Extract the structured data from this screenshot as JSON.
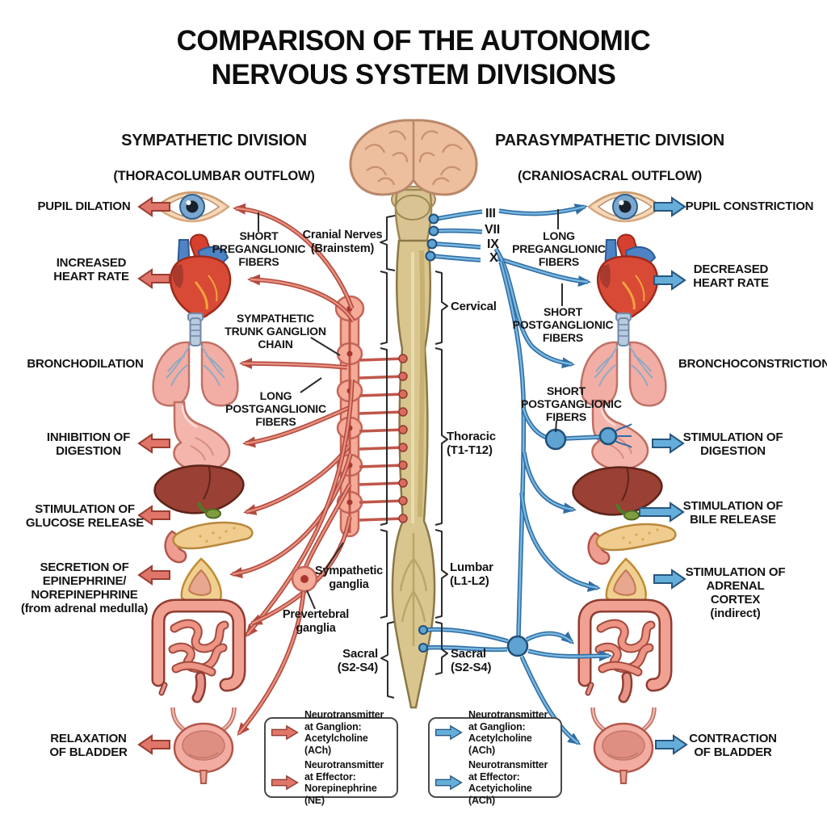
{
  "title": "COMPARISON OF THE AUTONOMIC\nNERVOUS SYSTEM DIVISIONS",
  "divisions": {
    "sympathetic": {
      "name": "SYMPATHETIC DIVISION",
      "outflow": "(THORACOLUMBAR OUTFLOW)"
    },
    "parasympathetic": {
      "name": "PARASYMPATHETIC DIVISION",
      "outflow": "(CRANIOSACRAL OUTFLOW)"
    }
  },
  "left_effects": [
    {
      "organ": "eye",
      "label": "PUPIL DILATION"
    },
    {
      "organ": "heart",
      "label": "INCREASED\nHEART RATE"
    },
    {
      "organ": "lungs",
      "label": "BRONCHODILATION"
    },
    {
      "organ": "stomach",
      "label": "INHIBITION OF\nDIGESTION"
    },
    {
      "organ": "liver-pancreas",
      "label": "STIMULATION OF\nGLUCOSE RELEASE"
    },
    {
      "organ": "adrenal-gland",
      "label": "SECRETION OF\nEPINEPHRINE/\nNOREPINEPHRINE\n(from adrenal medulla)"
    },
    {
      "organ": "bladder",
      "label": "RELAXATION\nOF BLADDER"
    }
  ],
  "right_effects": [
    {
      "organ": "eye",
      "label": "PUPIL CONSTRICTION"
    },
    {
      "organ": "heart",
      "label": "DECREASED\nHEART RATE"
    },
    {
      "organ": "lungs",
      "label": "BRONCHOCONSTRICTION"
    },
    {
      "organ": "stomach",
      "label": "STIMULATION OF\nDIGESTION"
    },
    {
      "organ": "liver-pancreas",
      "label": "STIMULATION OF\nBILE RELEASE"
    },
    {
      "organ": "adrenal-gland",
      "label": "STIMULATION OF\nADRENAL CORTEX\n(indirect)"
    },
    {
      "organ": "bladder",
      "label": "CONTRACTION\nOF BLADDER"
    }
  ],
  "annotations": {
    "left": {
      "short_preganglionic": "SHORT\nPREGANGLIONIC\nFIBERS",
      "trunk_chain": "SYMPATHETIC\nTRUNK GANGLION\nCHAIN",
      "long_postganglionic": "LONG\nPOSTGANGLIONIC\nFIBERS",
      "sympathetic_ganglia": "Sympathetic\nganglia",
      "prevertebral_ganglia": "Prevertebral\nganglia"
    },
    "right": {
      "long_preganglionic": "LONG\nPREGANGLIONIC\nFIBERS",
      "short_postganglionic": "SHORT\nPOSTGANGLIONIC\nFIBERS"
    }
  },
  "spine_labels": {
    "cranial": "Cranial Nerves\n(Brainstem)",
    "cervical": "Cervical",
    "thoracic": "Thoracic\n(T1-T12)",
    "lumbar": "Lumbar\n(L1-L2)",
    "sacral": "Sacral\n(S2-S4)"
  },
  "cranial_nerve_numerals": [
    "III",
    "VII",
    "IX",
    "X"
  ],
  "legend_left": {
    "items": [
      {
        "text": "Neurotransmitter\nat Ganglion:\nAcetylcholine (ACh)"
      },
      {
        "text": "Neurotransmitter\nat Effector:\nNorepinephrine (NE)"
      }
    ]
  },
  "legend_right": {
    "items": [
      {
        "text": "Neurotransmitter\nat Ganglion:\nAcetylcholine (ACh)"
      },
      {
        "text": "Neurotransmitter\nat Effector:\nAcetyicholine (ACh)"
      }
    ]
  },
  "colors": {
    "sympathetic_line": "#b14a3e",
    "parasympathetic_line": "#2f6da6",
    "sympathetic_arrow": "#e0756a",
    "parasympathetic_arrow": "#66aeda",
    "spinal_cord": "#d9c68f"
  }
}
